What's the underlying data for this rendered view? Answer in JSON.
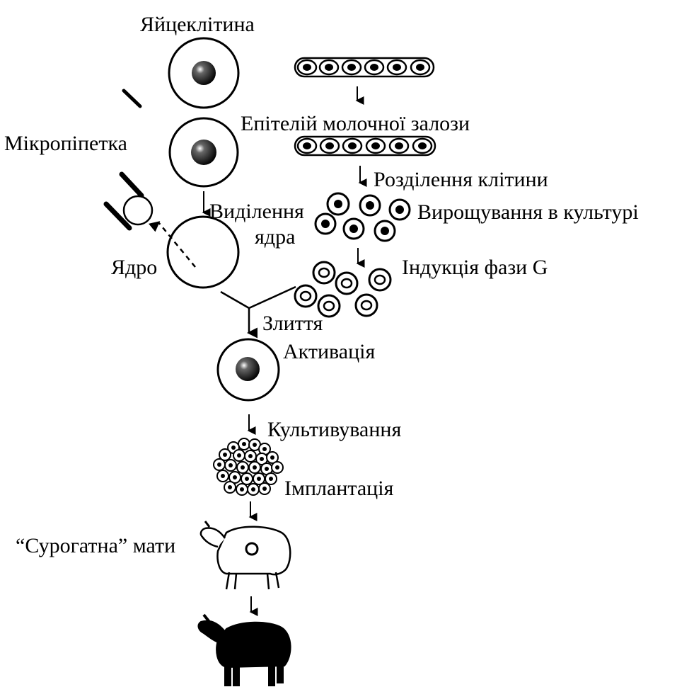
{
  "labels": {
    "egg_cell": "Яйцеклітина",
    "mammary_epithelium": "Епітелій молочної залози",
    "micropipette": "Мікропіпетка",
    "cell_separation": "Розділення клітини",
    "nucleus_extraction_1": "Виділення",
    "nucleus_extraction_2": "ядра",
    "culture_growth": "Вирощування в культурі",
    "nucleus": "Ядро",
    "g_phase_induction": "Індукція фази G",
    "fusion": "Злиття",
    "activation": "Активація",
    "cultivation": "Культивування",
    "implantation": "Імплантація",
    "surrogate_mother": "“Сурогатна” мати"
  },
  "icons": {
    "sheep_surrogate": "sheep-white-icon",
    "sheep_clone": "sheep-black-icon",
    "micropipette": "micropipette-icon",
    "arrow": "arrow-down-icon"
  },
  "colors": {
    "ink": "#000000",
    "paper": "#ffffff"
  }
}
